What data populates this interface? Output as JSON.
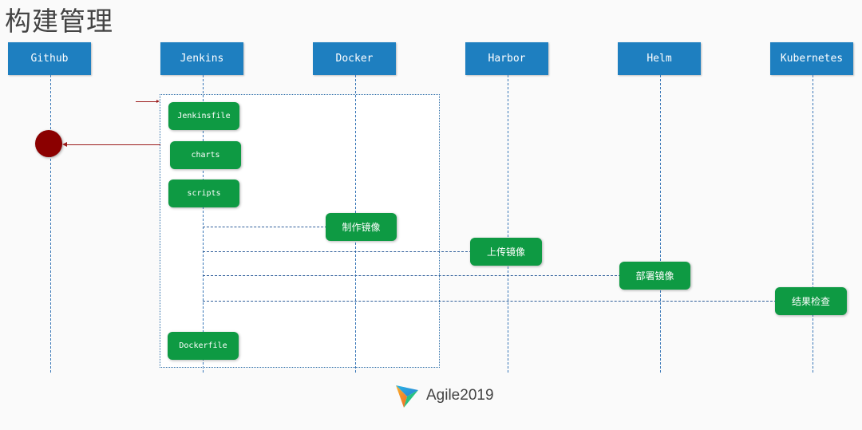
{
  "title": "构建管理",
  "lanes": [
    {
      "label": "Github"
    },
    {
      "label": "Jenkins"
    },
    {
      "label": "Docker"
    },
    {
      "label": "Harbor"
    },
    {
      "label": "Helm"
    },
    {
      "label": "Kubernetes"
    }
  ],
  "jenkins_items": {
    "jenkinsfile": "Jenkinsfile",
    "charts": "charts",
    "scripts": "scripts",
    "dockerfile": "Dockerfile"
  },
  "steps": {
    "build_image": "制作镜像",
    "upload_image": "上传镜像",
    "deploy_image": "部署镜像",
    "check_result": "结果检查"
  },
  "brand": {
    "name": "Agile2019",
    "logo_icon": "agile-triangle-logo"
  },
  "colors": {
    "lane_header": "#1e7fc0",
    "step_box": "#0e9a43",
    "circle": "#8b0000"
  }
}
